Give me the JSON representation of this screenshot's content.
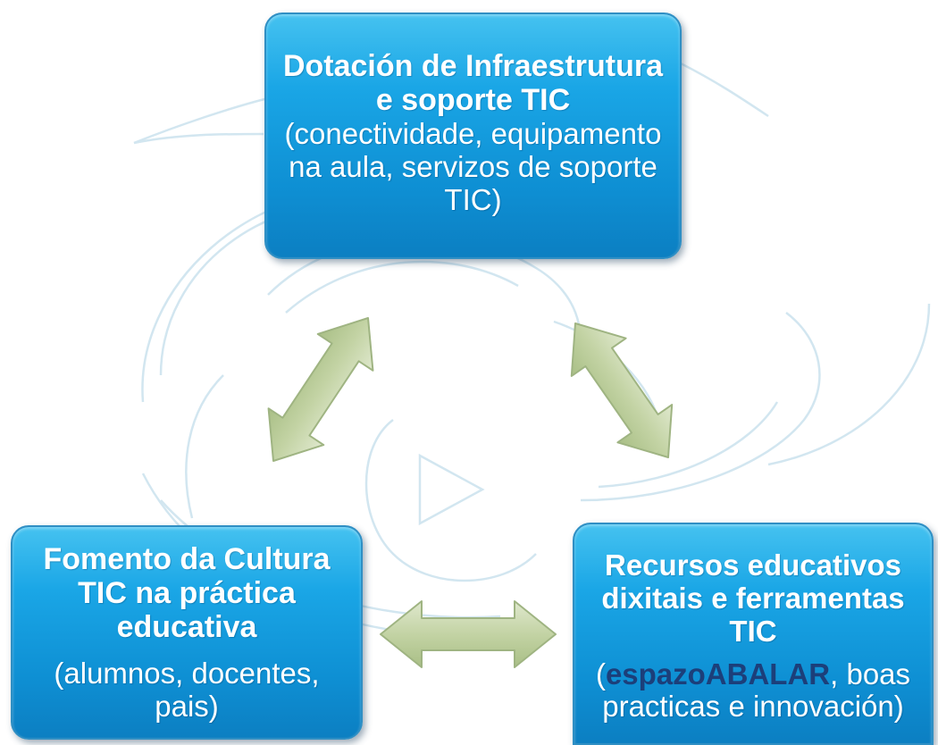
{
  "boxes": {
    "top": {
      "title_bold": "Dotación de Infraestrutura e soporte TIC",
      "title_rest": " (conectividade, equipamento na aula, servizos de soporte TIC)"
    },
    "left": {
      "title": "Fomento da Cultura TIC na práctica educativa",
      "detail": "(alumnos, docentes, pais)"
    },
    "right": {
      "title": "Recursos educativos dixitais e ferramentas TIC",
      "detail_open": "(",
      "detail_brand": "espazoABALAR",
      "detail_rest": ", boas practicas e innovación)"
    }
  },
  "arrows": [
    {
      "name": "arrow-top-left",
      "connects": [
        "top",
        "left"
      ]
    },
    {
      "name": "arrow-top-right",
      "connects": [
        "top",
        "right"
      ]
    },
    {
      "name": "arrow-left-right",
      "connects": [
        "left",
        "right"
      ]
    }
  ],
  "colors": {
    "box_fill": "#1aa6e6",
    "box_border": "#2f8fc4",
    "box_text": "#ffffff",
    "brand_text": "#1c3f7a",
    "arrow_fill": "#c2d2a2",
    "arrow_stroke": "#9fb482",
    "background_lines": "#d2e6f0"
  }
}
